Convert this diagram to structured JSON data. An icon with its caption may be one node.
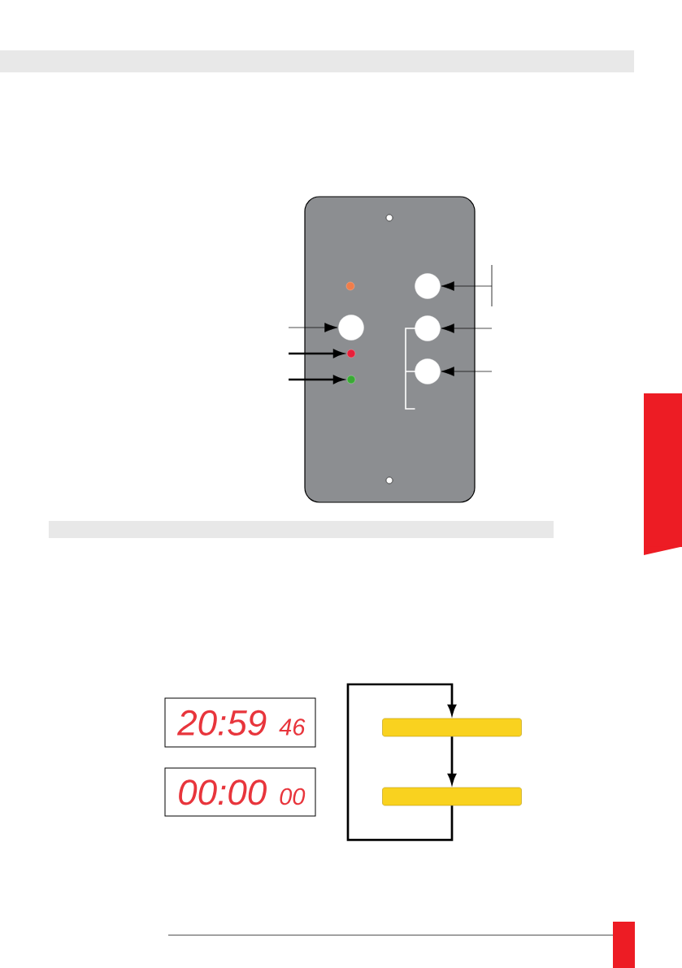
{
  "diagram": {
    "nodes": [
      {
        "text": [],
        "shape": "bar"
      },
      {
        "text": [],
        "shape": "box"
      },
      {
        "text": [],
        "shape": "circle",
        "in": 1
      },
      {
        "text": [],
        "shape": "circle",
        "in": 1
      },
      {
        "text": [],
        "shape": "circle",
        "in": 1
      },
      {
        "text": [],
        "shape": "circle",
        "in": 1
      },
      {
        "text": [],
        "shape": "circle",
        "in": 1
      },
      {
        "text": [],
        "shape": "circle",
        "in": 1
      },
      {
        "text": [],
        "shape": "circle",
        "in": 1
      },
      {
        "text": [],
        "shape": "box"
      },
      {
        "text": [],
        "shape": "bar"
      },
      {
        "text": [
          "20:59",
          "46"
        ]
      },
      {
        "text": [
          "00:00",
          "00"
        ]
      },
      {
        "text": [],
        "shape": "bar"
      },
      {
        "text": [],
        "shape": "bar"
      }
    ],
    "edges": [
      {
        "from": null,
        "to": 4,
        "arrow": "to"
      },
      {
        "from": null,
        "to": 6,
        "arrow": "to",
        "style": "thick"
      },
      {
        "from": null,
        "to": 8,
        "arrow": "to",
        "style": "thick"
      },
      {
        "from": null,
        "to": 3,
        "arrow": "to"
      },
      {
        "from": null,
        "to": 5,
        "arrow": "to"
      },
      {
        "from": null,
        "to": 7,
        "arrow": "to"
      },
      {
        "from": 13,
        "to": 14,
        "arrow": "to",
        "style": "thick"
      },
      {
        "from": 14,
        "to": 13,
        "arrow": "to",
        "style": "thick"
      }
    ]
  }
}
